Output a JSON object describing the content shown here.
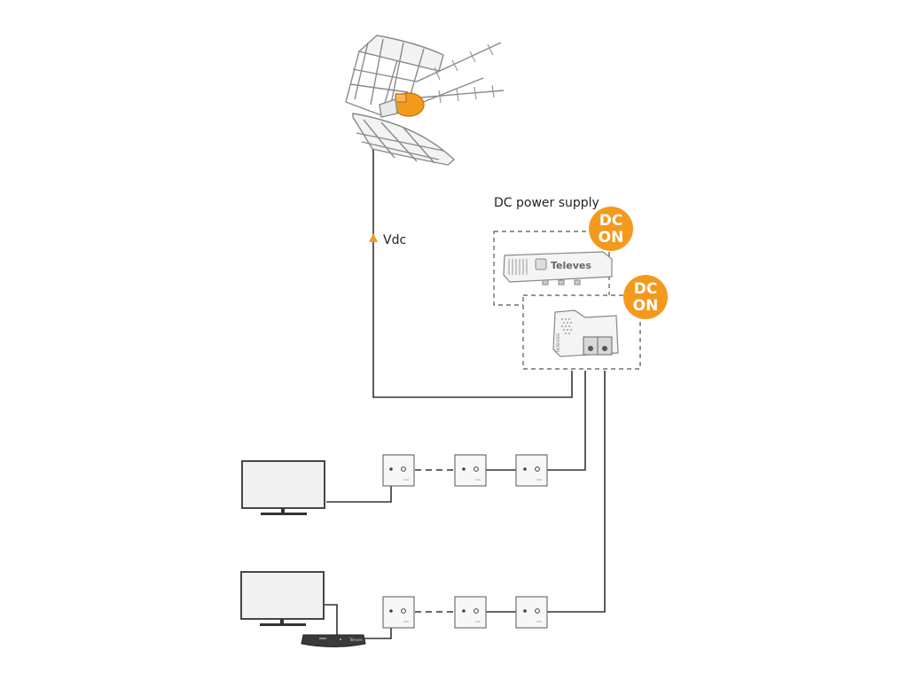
{
  "labels": {
    "power_supply": "DC power supply",
    "vdc": "Vdc"
  },
  "devices": {
    "psu_brand": "Televes",
    "amp_brand": "Televes",
    "stb_brand": "Televes"
  },
  "badges": [
    {
      "line1": "DC",
      "line2": "ON"
    },
    {
      "line1": "DC",
      "line2": "ON"
    }
  ],
  "colors": {
    "accent": "#F39A1E",
    "cable": "#333333",
    "device_outline": "#888888",
    "dashed_box": "#555555"
  }
}
